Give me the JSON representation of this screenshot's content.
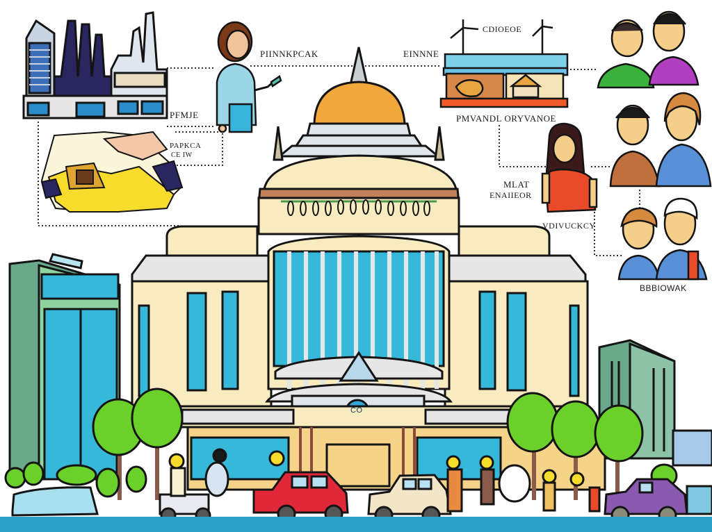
{
  "illustration": {
    "subject": "government building with connected stakeholders",
    "colors": {
      "dome": "#f0a83a",
      "building_cream": "#f8ebc0",
      "window_blue": "#35b8e0",
      "tree_green": "#6cd02a",
      "tower_green": "#6aa88a",
      "road_blue": "#2a9fc8",
      "outline": "#141414",
      "car_red": "#e0283a",
      "car_cream": "#f3e6c8",
      "car_purple": "#8a5ab0"
    }
  },
  "labels": {
    "factory_caption": "PFMJE",
    "map_caption_line1": "PAPKCA",
    "map_caption_line2": "CE IW",
    "woman_caption": "PIINNKPCAK",
    "dome_right_caption": "EINNNE",
    "port_top_caption": "CDIOEOE",
    "port_bottom_caption": "PMVANDL ORYVANOE",
    "girl_left_caption_line1": "MLAT",
    "girl_left_caption_line2": "ENAIIEOR",
    "girl_bottom_caption": "VDIVUCKCY",
    "people_bottom_caption": "BBBIOWAK",
    "entrance_emblem": "CO"
  },
  "nodes": [
    {
      "id": "factory",
      "name": "industrial factory"
    },
    {
      "id": "map",
      "name": "regional map"
    },
    {
      "id": "businesswoman",
      "name": "woman with phone"
    },
    {
      "id": "port",
      "name": "port / shipping"
    },
    {
      "id": "couple-top",
      "name": "two people green and purple"
    },
    {
      "id": "couple-middle",
      "name": "two people in suits"
    },
    {
      "id": "girl",
      "name": "girl in red shirt"
    },
    {
      "id": "couple-bottom",
      "name": "young and elderly person"
    }
  ]
}
